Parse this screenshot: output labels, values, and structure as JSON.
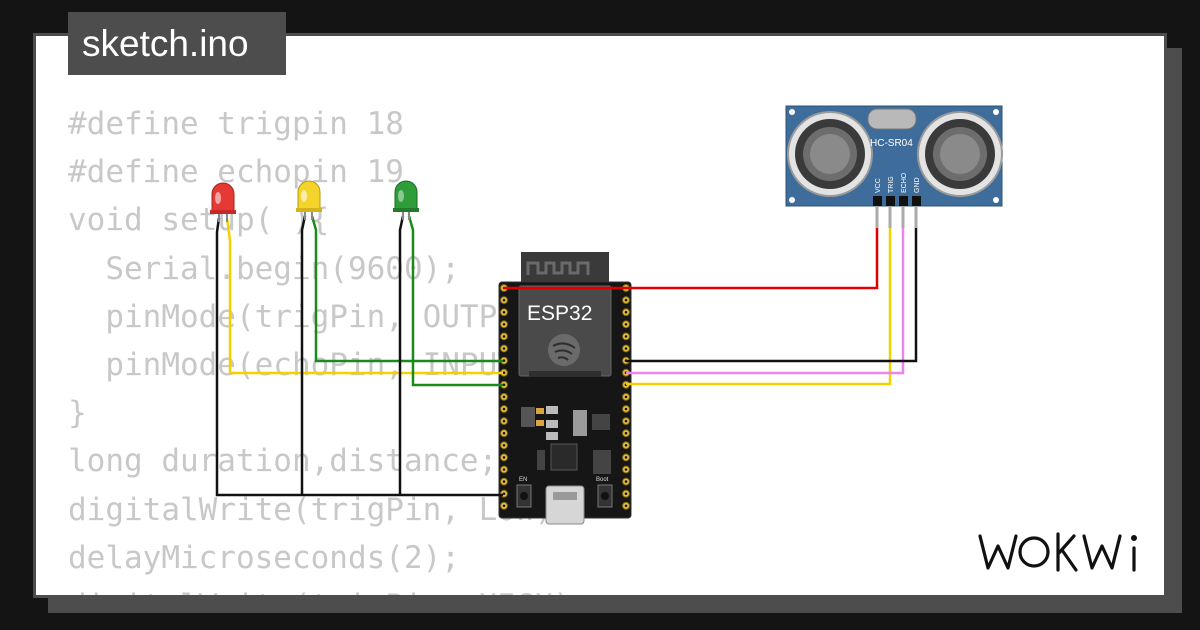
{
  "file": {
    "name": "sketch.ino"
  },
  "code_lines": [
    "#define trigpin 18",
    "#define echopin 19",
    "void setup( ){",
    "  Serial.begin(9600);",
    "  pinMode(trigPin, OUTPUT);",
    "  pinMode(echoPin, INPUT);",
    "}",
    "long duration,distance;",
    "digitalWrite(trigPin, LOW);",
    "delayMicroseconds(2);",
    "digitalWrite(trigPin, HIGH);"
  ],
  "board": {
    "label": "ESP32",
    "button_en": "EN",
    "button_boot": "Boot"
  },
  "sensor": {
    "label": "HC-SR04",
    "pins": [
      "VCC",
      "TRIG",
      "ECHO",
      "GND"
    ]
  },
  "leds": [
    {
      "color": "#e53935",
      "name": "red"
    },
    {
      "color": "#f4d32a",
      "name": "yellow"
    },
    {
      "color": "#2e9d3a",
      "name": "green"
    }
  ],
  "wires": {
    "red": "#e00000",
    "yellow": "#f5d000",
    "green": "#1a8a1a",
    "black": "#111111",
    "violet": "#ee82ee"
  },
  "brand": {
    "logo": "WOKWi"
  }
}
